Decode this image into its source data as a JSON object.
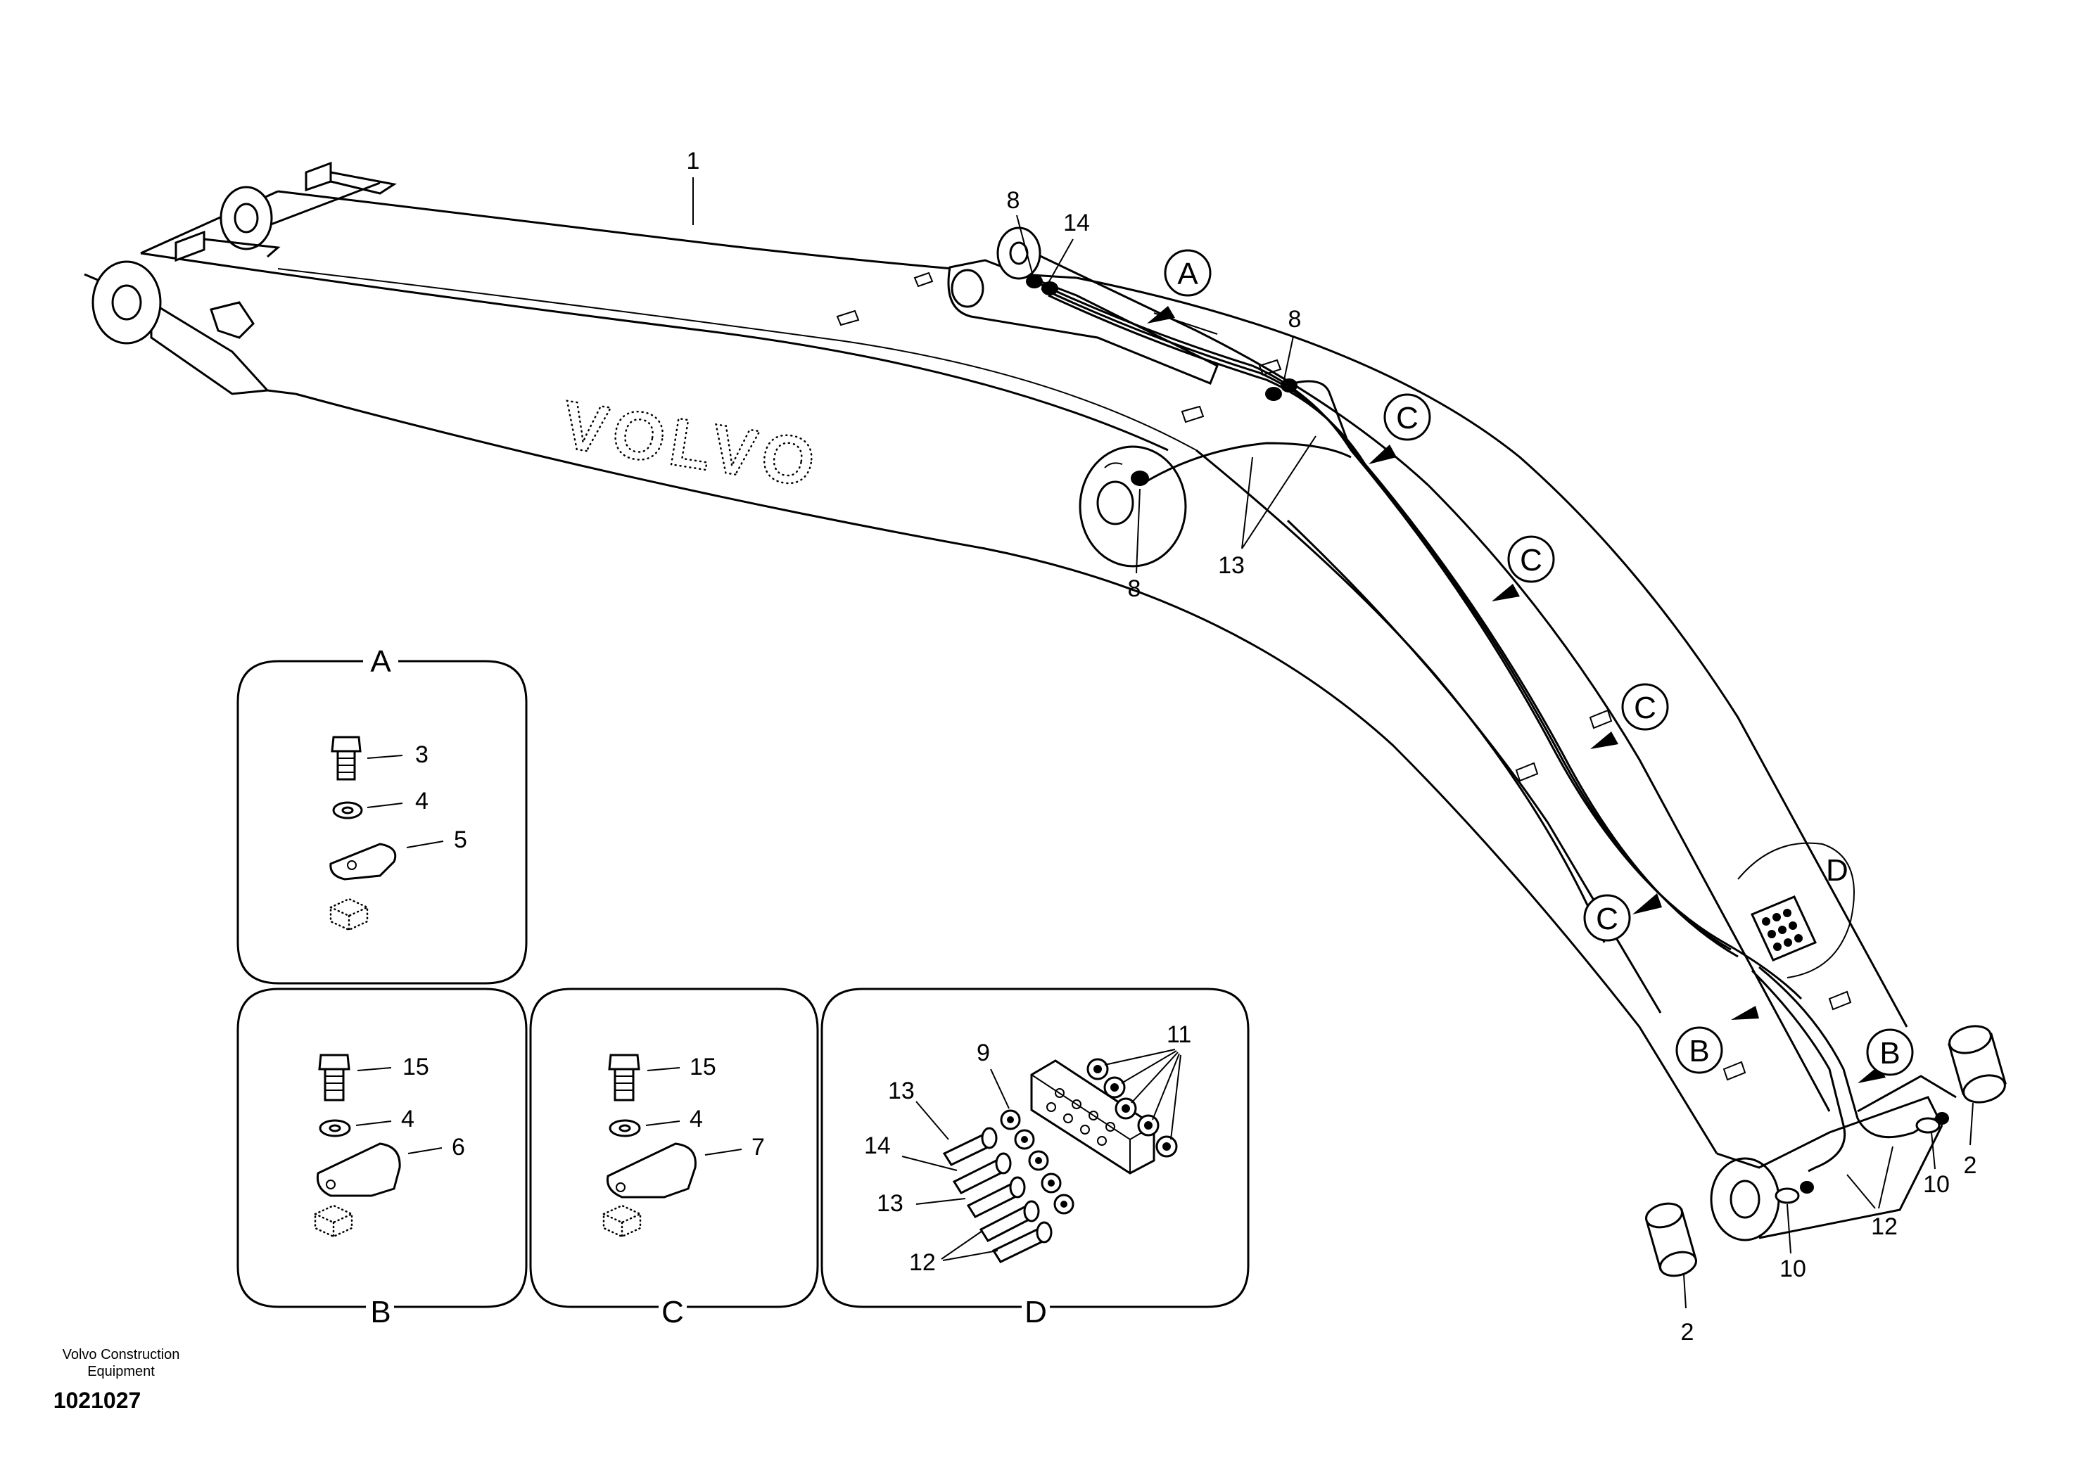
{
  "drawing": {
    "brand_logo": "VOLVO",
    "company_line1": "Volvo Construction",
    "company_line2": "Equipment",
    "drawing_number": "1021027"
  },
  "callouts": {
    "c1": "1",
    "c2a": "2",
    "c2b": "2",
    "c8a": "8",
    "c8b": "8",
    "c8c": "8",
    "c10a": "10",
    "c10b": "10",
    "c12": "12",
    "c13": "13",
    "c14": "14"
  },
  "view_markers": {
    "A": "A",
    "B1": "B",
    "B2": "B",
    "C1": "C",
    "C2": "C",
    "C3": "C",
    "C4": "C",
    "D": "D"
  },
  "panels": {
    "A": {
      "title": "A",
      "labels": [
        "3",
        "4",
        "5"
      ]
    },
    "B": {
      "title": "B",
      "labels": [
        "15",
        "4",
        "6"
      ]
    },
    "C": {
      "title": "C",
      "labels": [
        "15",
        "4",
        "7"
      ]
    },
    "D": {
      "title": "D",
      "labels": [
        "9",
        "11",
        "13",
        "14",
        "13",
        "12"
      ]
    }
  }
}
